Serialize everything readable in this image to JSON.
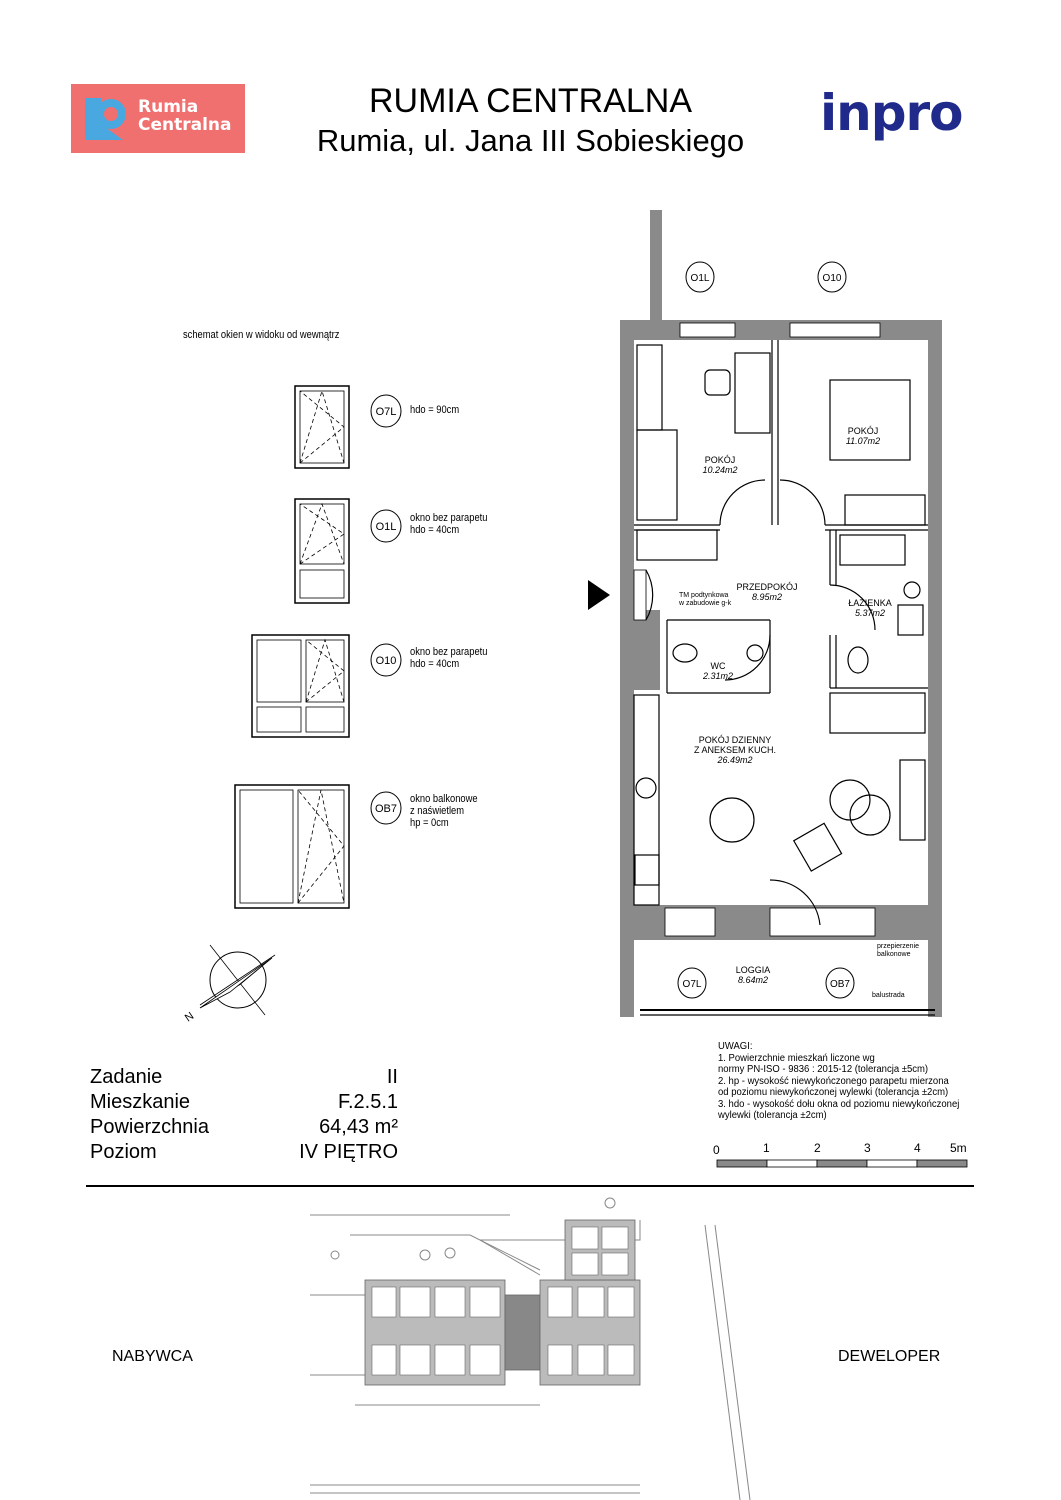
{
  "header": {
    "title": "RUMIA CENTRALNA",
    "subtitle": "Rumia, ul. Jana III Sobieskiego",
    "logo_left_line1": "Rumia",
    "logo_left_line2": "Centralna",
    "logo_right": "inpro",
    "colors": {
      "logo_left_bg": "#f07070",
      "logo_left_mark": "#4aa8e0",
      "logo_right": "#1f2a8a",
      "wall": "#8a8a8a"
    }
  },
  "windows_schema": {
    "title": "schemat okien w widoku od wewnątrz",
    "items": [
      {
        "code": "O7L",
        "lines": [
          "hdo = 90cm"
        ]
      },
      {
        "code": "O1L",
        "lines": [
          "okno bez parapetu",
          "hdo = 40cm"
        ]
      },
      {
        "code": "O10",
        "lines": [
          "okno bez parapetu",
          "hdo = 40cm"
        ]
      },
      {
        "code": "OB7",
        "lines": [
          "okno balkonowe",
          "z naświetlem",
          "hp = 0cm"
        ]
      }
    ]
  },
  "plan": {
    "window_tags": [
      "O1L",
      "O10",
      "O7L",
      "OB7"
    ],
    "rooms": [
      {
        "name": "POKÓJ",
        "area": "10.24m2"
      },
      {
        "name": "POKÓJ",
        "area": "11.07m2"
      },
      {
        "name": "PRZEDPOKÓJ",
        "area": "8.95m2"
      },
      {
        "name": "ŁAZIENKA",
        "area": "5.37m2"
      },
      {
        "name": "WC",
        "area": "2.31m2"
      },
      {
        "name": "POKÓJ DZIENNY",
        "name2": "Z ANEKSEM KUCH.",
        "area": "26.49m2"
      },
      {
        "name": "LOGGIA",
        "area": "8.64m2"
      }
    ],
    "note_tm": [
      "TM podtynkowa",
      "w zabudowie g-k"
    ],
    "note_partition": [
      "przepierzenie",
      "balkonowe"
    ],
    "note_railing": "balustrada",
    "compass_label": "N"
  },
  "info": {
    "rows": [
      {
        "label": "Zadanie",
        "value": "II"
      },
      {
        "label": "Mieszkanie",
        "value": "F.2.5.1"
      },
      {
        "label": "Powierzchnia",
        "value": "64,43 m²"
      },
      {
        "label": "Poziom",
        "value": "IV PIĘTRO"
      }
    ]
  },
  "notes": {
    "title": "UWAGI:",
    "lines": [
      "1. Powierzchnie mieszkań liczone wg",
      "normy PN-ISO - 9836 : 2015-12 (tolerancja ±5cm)",
      "2. hp - wysokość niewykończonego parapetu mierzona",
      "od poziomu niewykończonej wylewki (tolerancja ±2cm)",
      "3. hdo - wysokość dołu okna od poziomu niewykończonej",
      "wylewki (tolerancja ±2cm)"
    ]
  },
  "scale": {
    "ticks": [
      "0",
      "1",
      "2",
      "3",
      "4",
      "5m"
    ]
  },
  "signatures": {
    "buyer": "NABYWCA",
    "developer": "DEWELOPER"
  }
}
